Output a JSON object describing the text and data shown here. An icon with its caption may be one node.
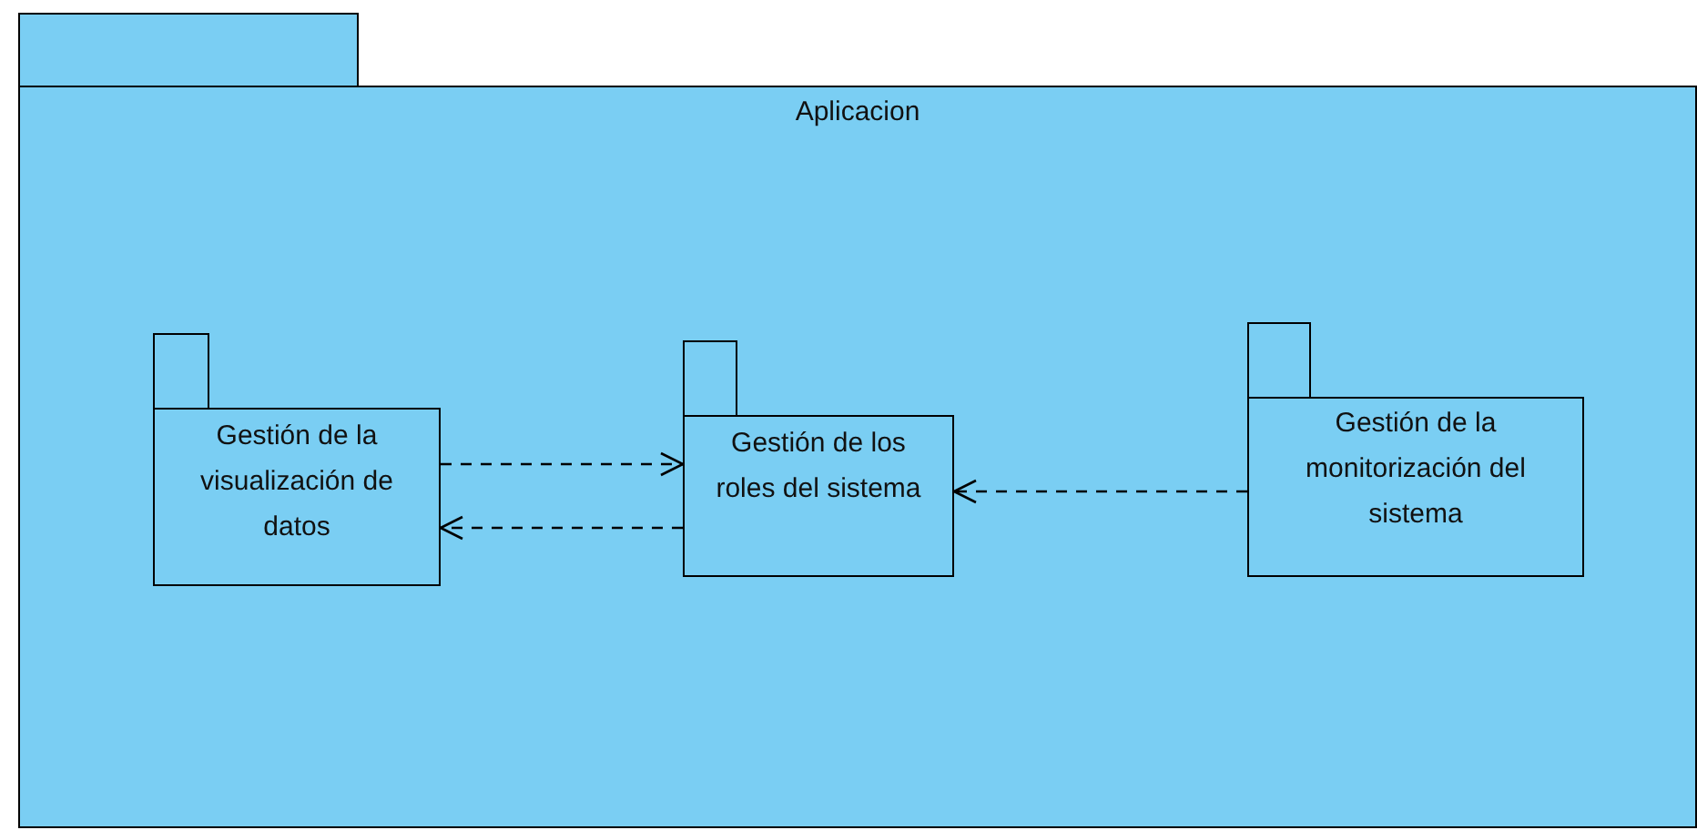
{
  "diagram": {
    "nodes": [
      {
        "text": [
          "Aplicacion"
        ]
      },
      {
        "text": [
          "Gestión de la visualización de datos"
        ],
        "in": 0
      },
      {
        "text": [
          "Gestión de los roles del sistema"
        ],
        "in": 0
      },
      {
        "text": [
          "Gestión de la monitorización del sistema"
        ],
        "in": 0
      }
    ],
    "edges": [
      {
        "from": 1,
        "to": 2,
        "arrow": "to",
        "style": "dashed"
      },
      {
        "from": 2,
        "to": 1,
        "arrow": "to",
        "style": "dashed"
      },
      {
        "from": 3,
        "to": 2,
        "arrow": "to",
        "style": "dashed"
      }
    ]
  }
}
